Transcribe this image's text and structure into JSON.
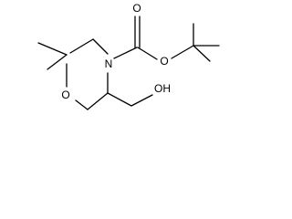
{
  "molecule": {
    "atoms": {
      "ring_nitrogen": "N",
      "ring_oxygen": "O",
      "carbonyl_oxygen": "O",
      "ester_oxygen": "O",
      "hydroxyl": "OH"
    }
  }
}
